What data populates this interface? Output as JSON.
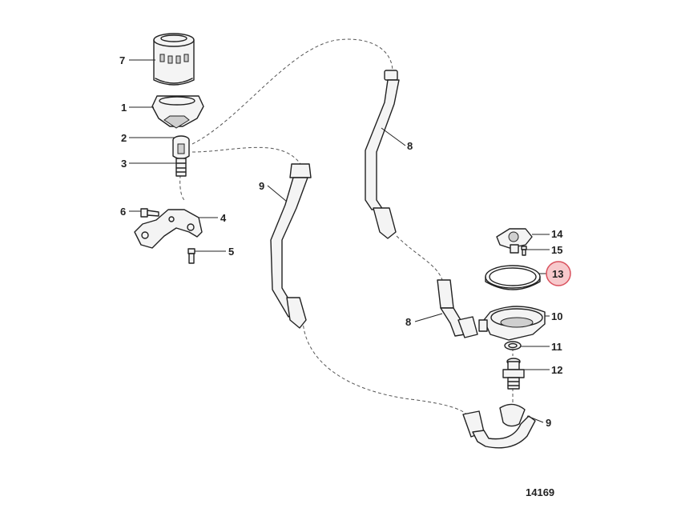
{
  "callouts": [
    {
      "id": "7",
      "label": "7"
    },
    {
      "id": "1",
      "label": "1"
    },
    {
      "id": "2",
      "label": "2"
    },
    {
      "id": "3",
      "label": "3"
    },
    {
      "id": "6",
      "label": "6"
    },
    {
      "id": "4",
      "label": "4"
    },
    {
      "id": "5",
      "label": "5"
    },
    {
      "id": "8a",
      "label": "8"
    },
    {
      "id": "9a",
      "label": "9"
    },
    {
      "id": "14",
      "label": "14"
    },
    {
      "id": "15",
      "label": "15"
    },
    {
      "id": "13",
      "label": "13",
      "highlighted": true
    },
    {
      "id": "10",
      "label": "10"
    },
    {
      "id": "8b",
      "label": "8"
    },
    {
      "id": "11",
      "label": "11"
    },
    {
      "id": "12",
      "label": "12"
    },
    {
      "id": "9b",
      "label": "9"
    }
  ],
  "drawing_number": "14169",
  "highlight_color": "#f7c9cc",
  "highlight_stroke": "#d9505c"
}
